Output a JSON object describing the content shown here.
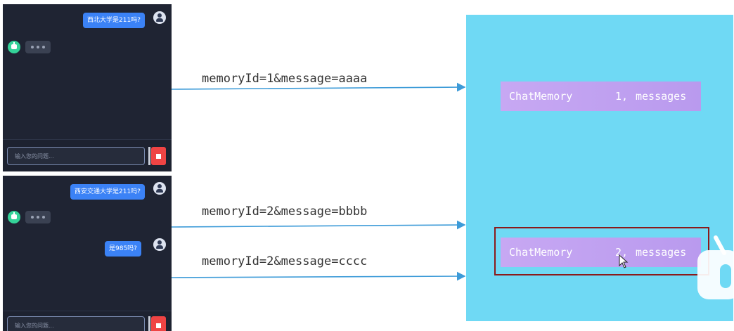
{
  "chat_panels": [
    {
      "messages": [
        {
          "from": "user",
          "text": "西北大学是211吗?"
        },
        {
          "from": "bot",
          "typing": true
        }
      ],
      "input_placeholder": "输入您的问题..."
    },
    {
      "messages": [
        {
          "from": "user",
          "text": "西安交通大学是211吗?"
        },
        {
          "from": "bot",
          "typing": true
        },
        {
          "from": "user",
          "text": "是985吗?"
        }
      ],
      "input_placeholder": "输入您的问题..."
    }
  ],
  "requests": [
    {
      "label": "memoryId=1&message=aaaa"
    },
    {
      "label": "memoryId=2&message=bbbb"
    },
    {
      "label": "memoryId=2&message=cccc"
    }
  ],
  "memories": [
    {
      "name": "ChatMemory",
      "count": "1,",
      "suffix": "messages"
    },
    {
      "name": "ChatMemory",
      "count": "2,",
      "suffix": "messages"
    }
  ],
  "colors": {
    "chat_bg": "#1f2433",
    "user_bubble": "#3b82f6",
    "server_bg": "#6fd9f4",
    "memory_box": "#c7a8f3",
    "arrow": "#3d9bd8",
    "highlight": "#8b1a1a",
    "stop_button": "#ef4444"
  },
  "icons": [
    "user-avatar-icon",
    "bot-avatar-icon",
    "typing-dots-icon",
    "stop-icon",
    "cursor-icon",
    "mascot-icon"
  ]
}
